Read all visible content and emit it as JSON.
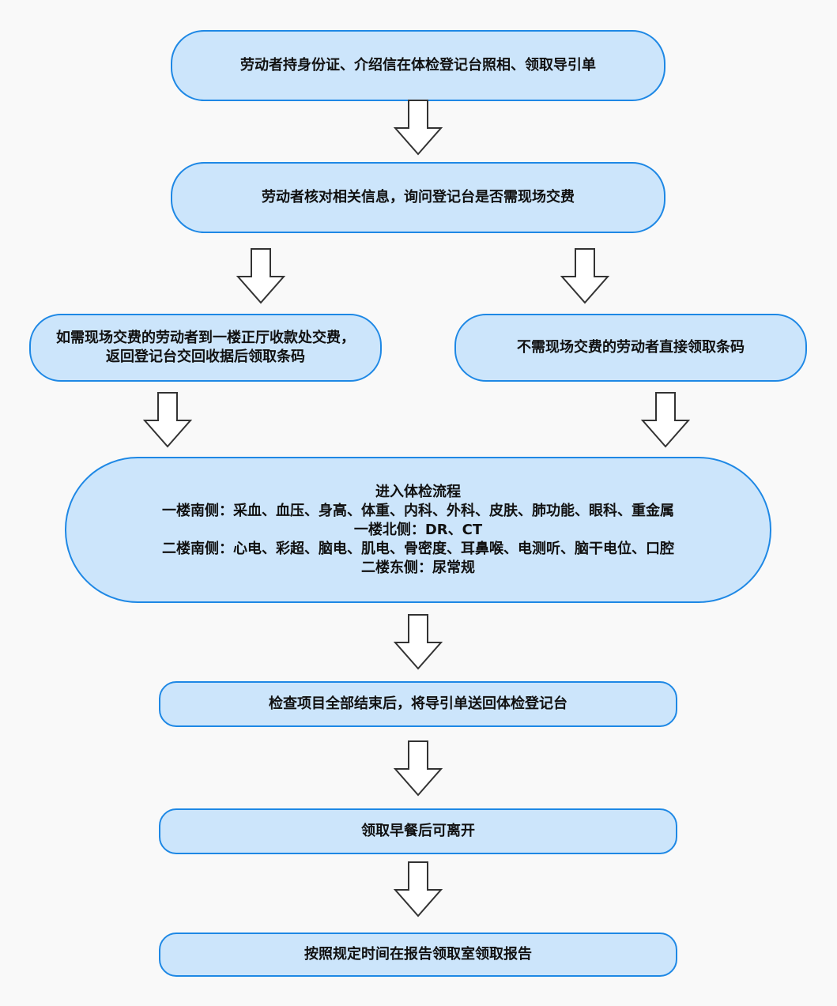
{
  "flowchart": {
    "steps": {
      "s1": "劳动者持身份证、介绍信在体检登记台照相、领取导引单",
      "s2": "劳动者核对相关信息，询问登记台是否需现场交费",
      "s3a_line1": "如需现场交费的劳动者到一楼正厅收款处交费，",
      "s3a_line2": "返回登记台交回收据后领取条码",
      "s3b": "不需现场交费的劳动者直接领取条码",
      "s4_title": "进入体检流程",
      "s4_line1": "一楼南侧：采血、血压、身高、体重、内科、外科、皮肤、肺功能、眼科、重金属",
      "s4_line2": "一楼北侧：DR、CT",
      "s4_line3": "二楼南侧：心电、彩超、脑电、肌电、骨密度、耳鼻喉、电测听、脑干电位、口腔",
      "s4_line4": "二楼东侧：尿常规",
      "s5": "检查项目全部结束后，将导引单送回体检登记台",
      "s6": "领取早餐后可离开",
      "s7": "按照规定时间在报告领取室领取报告"
    },
    "colors": {
      "box_fill": "#cce5fb",
      "box_border": "#1e88e5",
      "arrow_fill": "#ffffff",
      "arrow_stroke": "#333333"
    }
  }
}
